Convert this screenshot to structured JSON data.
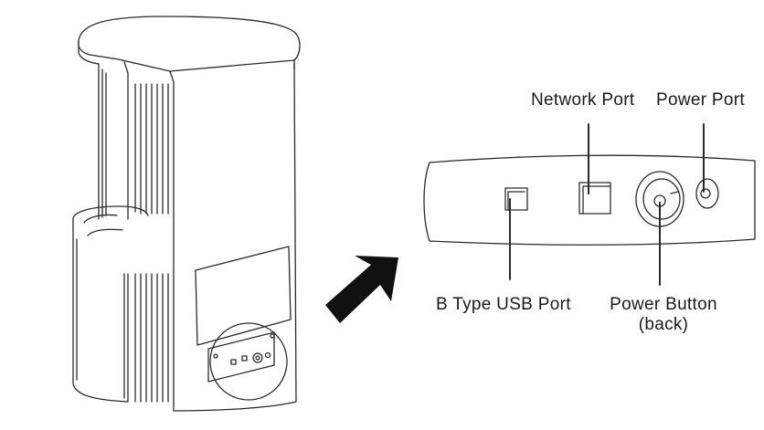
{
  "labels": {
    "network_port": "Network Port",
    "power_port": "Power Port",
    "usb_port": "B Type USB Port",
    "power_button_line1": "Power Button",
    "power_button_line2": "(back)"
  },
  "colors": {
    "line": "#2a2a2a",
    "arrow": "#111111",
    "background": "#ffffff"
  }
}
